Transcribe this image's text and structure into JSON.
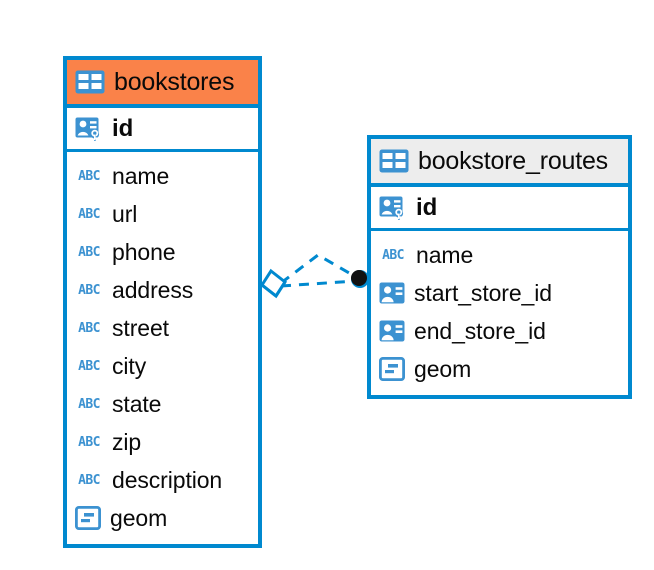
{
  "diagram": {
    "title": "entity-relationship-diagram",
    "colors": {
      "border": "#0089CF",
      "header_accent": "#FA8249",
      "header_plain": "#EDEDED",
      "icon_blue": "#3C92D1",
      "text": "#0a0a0a",
      "connector": "#0089CF",
      "connector_endpoint": "#111111"
    }
  },
  "entities": [
    {
      "name": "bookstores",
      "header_style": "accent",
      "title_icon": "table-icon",
      "primary_key": {
        "label": "id",
        "icon": "primary-key-icon"
      },
      "fields": [
        {
          "label": "name",
          "icon": "text-abc-icon",
          "icon_text": "ABC"
        },
        {
          "label": "url",
          "icon": "text-abc-icon",
          "icon_text": "ABC"
        },
        {
          "label": "phone",
          "icon": "text-abc-icon",
          "icon_text": "ABC"
        },
        {
          "label": "address",
          "icon": "text-abc-icon",
          "icon_text": "ABC"
        },
        {
          "label": "street",
          "icon": "text-abc-icon",
          "icon_text": "ABC"
        },
        {
          "label": "city",
          "icon": "text-abc-icon",
          "icon_text": "ABC"
        },
        {
          "label": "state",
          "icon": "text-abc-icon",
          "icon_text": "ABC"
        },
        {
          "label": "zip",
          "icon": "text-abc-icon",
          "icon_text": "ABC"
        },
        {
          "label": "description",
          "icon": "text-abc-icon",
          "icon_text": "ABC"
        },
        {
          "label": "geom",
          "icon": "geometry-icon",
          "icon_text": ""
        }
      ]
    },
    {
      "name": "bookstore_routes",
      "header_style": "plain",
      "title_icon": "table-icon",
      "primary_key": {
        "label": "id",
        "icon": "primary-key-icon"
      },
      "fields": [
        {
          "label": "name",
          "icon": "text-abc-icon",
          "icon_text": "ABC"
        },
        {
          "label": "start_store_id",
          "icon": "foreign-key-icon",
          "icon_text": ""
        },
        {
          "label": "end_store_id",
          "icon": "foreign-key-icon",
          "icon_text": ""
        },
        {
          "label": "geom",
          "icon": "geometry-icon",
          "icon_text": ""
        }
      ]
    }
  ],
  "relationship": {
    "from_entity": "bookstores",
    "to_entity": "bookstore_routes",
    "from_symbol": "crows-foot-diamond",
    "to_symbol": "filled-circle",
    "line_style": "dashed"
  }
}
